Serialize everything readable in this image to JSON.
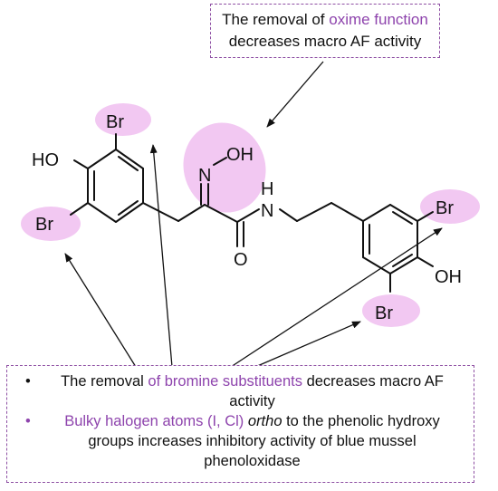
{
  "top_note": {
    "prefix": "The removal of ",
    "highlight": "oxime function",
    "line2": "decreases macro AF activity"
  },
  "bottom_note": {
    "item1": {
      "bullet": "•",
      "prefix": "The removal ",
      "highlight": "of bromine substituents",
      "suffix": " decreases macro AF activity"
    },
    "item2": {
      "bullet": "•",
      "highlight": "Bulky halogen atoms (I, Cl)",
      "italic": "ortho",
      "suffix": " to the phenolic hydroxy groups increases inhibitory activity of blue mussel phenoloxidase"
    }
  },
  "atoms": {
    "br_top_left": "Br",
    "ho_left": "HO",
    "br_left": "Br",
    "oxime_n": "N",
    "oxime_oh": "OH",
    "amide_nh_n": "N",
    "amide_nh_h": "H",
    "carbonyl_o": "O",
    "br_right_top": "Br",
    "oh_right": "OH",
    "br_right_bottom": "Br"
  },
  "colors": {
    "highlight_fill": "#f2c8f2",
    "accent": "#8e44ad",
    "border": "#8e4fa3"
  }
}
